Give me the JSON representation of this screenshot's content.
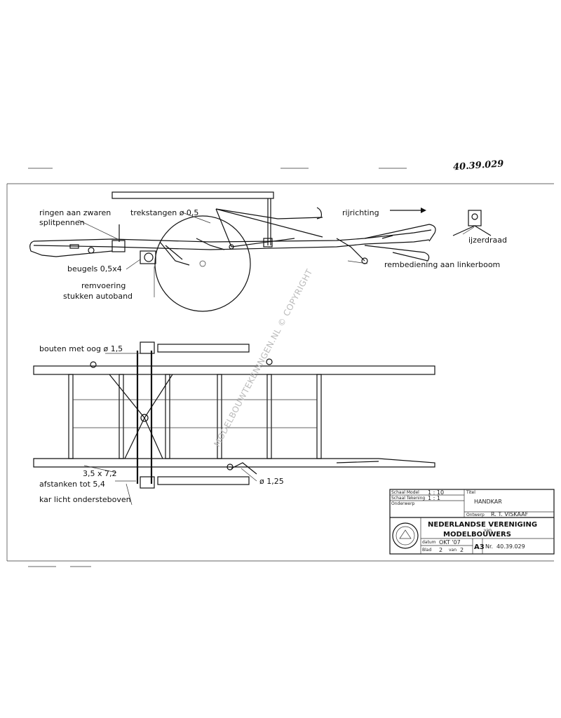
{
  "doc_number": "40.39.029",
  "labels": {
    "ringen": "ringen aan zwaren",
    "splitpennen": "splitpennen",
    "trekstangen": "trekstangen ø 0,5",
    "rijrichting": "rijrichting",
    "ijzerdraad": "ijzerdraad",
    "beugels": "beugels 0,5x4",
    "remvoering": "remvoering",
    "stukken_autoband": "stukken autoband",
    "rembediening": "rembediening aan linkerboom",
    "bouten": "bouten met oog ø 1,5",
    "dim_35x72": "3,5 x 7,2",
    "afstanken": "afstanken tot 5,4",
    "kar_licht": "kar licht ondersteboven",
    "dim_125": "ø 1,25"
  },
  "watermark": "MODELBOUWTEKENINGEN.NL © COPYRIGHT",
  "title_block": {
    "schaal_model_label": "Schaal Model",
    "schaal_model_value": "1 : 10",
    "schaal_tekening_label": "Schaal Tekening",
    "schaal_tekening_value": "1 : 1",
    "onderwerp_label": "Onderwerp",
    "titel_label": "Titel",
    "titel_value": "HANDKAR",
    "ontwerp_label": "Ontwerp",
    "ontwerp_value": "R. T. VISKAAF",
    "org_line1": "NEDERLANDSE VERENIGING",
    "org_van": "van",
    "org_line2": "MODELBOUWERS",
    "datum_label": "datum",
    "datum_value": "OKT '07",
    "blad_label": "Blad",
    "blad_value": "2",
    "van_label": "van",
    "van_value": "2",
    "format": "A3",
    "nr_label": "Nr.",
    "nr_value": "40.39.029"
  }
}
